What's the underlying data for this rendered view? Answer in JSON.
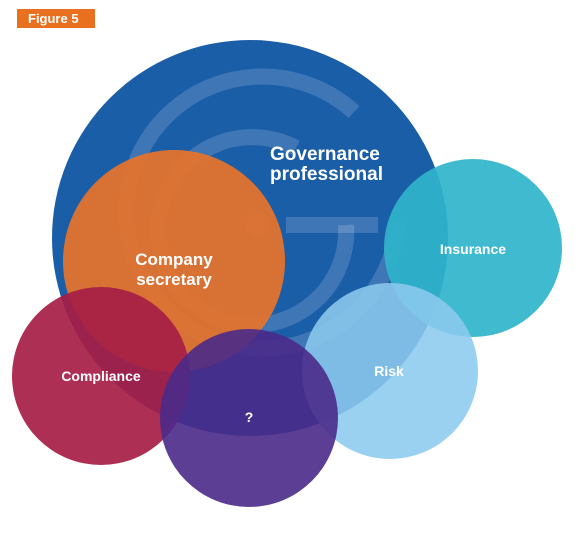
{
  "figure_label": "Figure 5",
  "colors": {
    "badge": "#e8701f",
    "governance": "#1b5ea8",
    "company_secretary": "#e3732d",
    "insurance": "#2fb4cb",
    "risk": "#8ccaee",
    "compliance": "#a61d45",
    "unknown": "#4a2a8a",
    "watermark": "#ffffff"
  },
  "circles": {
    "governance": {
      "line1": "Governance",
      "line2": "professional"
    },
    "company_secretary": {
      "line1": "Company",
      "line2": "secretary"
    },
    "insurance": {
      "label": "Insurance"
    },
    "risk": {
      "label": "Risk"
    },
    "compliance": {
      "label": "Compliance"
    },
    "unknown": {
      "label": "?"
    }
  }
}
